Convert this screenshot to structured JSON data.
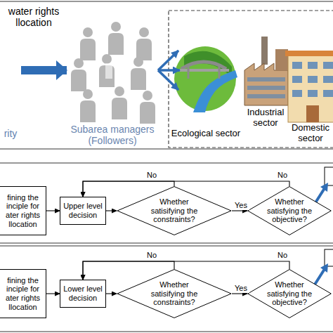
{
  "diagram": {
    "nodes": [
      {
        "text": [
          "rity"
        ]
      },
      {
        "text": [
          "Subarea managers (Followers)"
        ]
      },
      {
        "text": [
          "Ecological sector"
        ]
      },
      {
        "text": [
          "Industrial sector"
        ]
      },
      {
        "text": [
          "Domestic sector"
        ]
      },
      {
        "text": [
          "fining the inciple for ater rights llocation"
        ]
      },
      {
        "text": [
          "Upper level decision"
        ]
      },
      {
        "text": [
          "Whether satisifying the constraints?"
        ]
      },
      {
        "text": [
          "Whether satisfying the objective?"
        ]
      },
      {
        "text": [
          "fining the inciple for ater rights llocation"
        ]
      },
      {
        "text": [
          "Lower level decision"
        ]
      },
      {
        "text": [
          "Whether satisifying the constraints?"
        ]
      },
      {
        "text": [
          "Whether satisfying the objective?"
        ]
      }
    ],
    "edges": [
      {
        "from": 0,
        "to": 1,
        "label": "water rights llocation",
        "arrow": "to"
      },
      {
        "from": 1,
        "to": 2,
        "arrow": "to"
      },
      {
        "from": 1,
        "to": 3,
        "arrow": "to"
      },
      {
        "from": 1,
        "to": 4,
        "arrow": "to"
      },
      {
        "from": 5,
        "to": 6,
        "arrow": "to"
      },
      {
        "from": 6,
        "to": 7,
        "arrow": "to"
      },
      {
        "from": 7,
        "to": 8,
        "label": "Yes",
        "arrow": "to"
      },
      {
        "from": 7,
        "to": 6,
        "label": "No",
        "arrow": "to"
      },
      {
        "from": 8,
        "to": 6,
        "label": "No",
        "arrow": "to"
      },
      {
        "from": 9,
        "to": 10,
        "arrow": "to"
      },
      {
        "from": 10,
        "to": 11,
        "arrow": "to"
      },
      {
        "from": 11,
        "to": 12,
        "label": "Yes",
        "arrow": "to"
      },
      {
        "from": 11,
        "to": 10,
        "label": "No",
        "arrow": "to"
      },
      {
        "from": 12,
        "to": 10,
        "label": "No",
        "arrow": "to"
      }
    ]
  }
}
